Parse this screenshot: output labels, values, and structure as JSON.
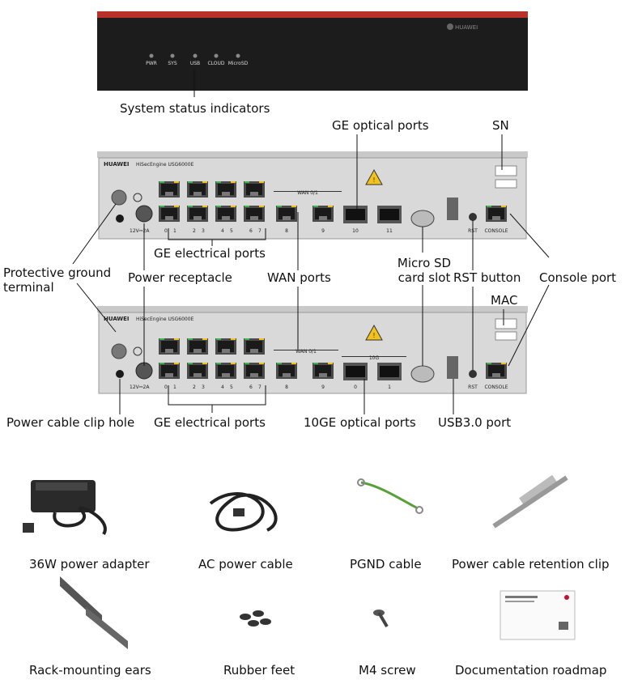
{
  "front_panel": {
    "indicators": [
      "PWR",
      "SYS",
      "USB",
      "CLOUD",
      "MicroSD"
    ],
    "logo_text": "HUAWEI"
  },
  "rear_panels": {
    "brand": "HUAWEI",
    "model": "HiSecEngine USG6000E",
    "power_rating": "12V⎓2A",
    "wan_group_label": "WAN 0/1",
    "ten_g_group_label": "10G",
    "electrical_port_numbers": [
      "0",
      "1",
      "2",
      "3",
      "4",
      "5",
      "6",
      "7"
    ],
    "wan_port_numbers": [
      "8",
      "9"
    ],
    "optical_port_numbers_top": [
      "10",
      "11"
    ],
    "optical_port_numbers_bottom": [
      "0",
      "1"
    ],
    "rst_label": "RST",
    "console_label": "CONSOLE"
  },
  "callouts": {
    "system_status": "System status indicators",
    "ge_optical": "GE optical ports",
    "sn": "SN",
    "ge_electrical_top": "GE electrical ports",
    "protective_ground": "Protective ground terminal",
    "power_receptacle": "Power receptacle",
    "wan_ports": "WAN ports",
    "micro_sd": "Micro SD card slot",
    "rst_button": "RST button",
    "console_port": "Console port",
    "mac": "MAC",
    "power_clip_hole": "Power cable clip hole",
    "ge_electrical_bottom": "GE electrical ports",
    "ten_ge_optical": "10GE optical ports",
    "usb30": "USB3.0 port"
  },
  "accessories": [
    {
      "name": "36W power adapter"
    },
    {
      "name": "AC power cable"
    },
    {
      "name": "PGND cable"
    },
    {
      "name": "Power cable retention clip"
    },
    {
      "name": "Rack-mounting ears"
    },
    {
      "name": "Rubber feet"
    },
    {
      "name": "M4 screw"
    },
    {
      "name": "Documentation roadmap"
    }
  ],
  "colors": {
    "front_panel": "#1c1c1c",
    "chassis_top": "#b8322a",
    "rear_panel": "#d9d9d9",
    "port_green": "#3cb54a",
    "warning_yellow": "#f2c21b"
  }
}
